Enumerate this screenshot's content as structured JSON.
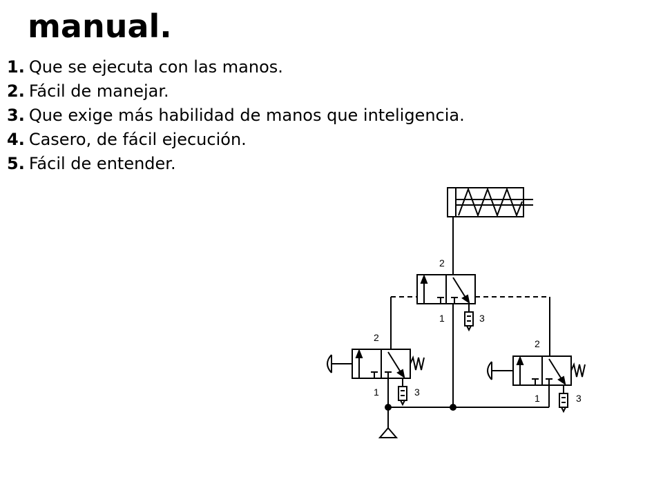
{
  "title": "manual.",
  "definitions": [
    {
      "number": "1.",
      "text": "Que se ejecuta con las manos."
    },
    {
      "number": "2.",
      "text": "Fácil de manejar."
    },
    {
      "number": "3.",
      "text": "Que exige más habilidad de manos que inteligencia."
    },
    {
      "number": "4.",
      "text": "Casero, de fácil ejecución."
    },
    {
      "number": "5.",
      "text": "Fácil de entender."
    }
  ],
  "diagram": {
    "valve_top": {
      "port_out": "2",
      "port_in": "1",
      "port_exhaust": "3"
    },
    "valve_left": {
      "port_out": "2",
      "port_in": "1",
      "port_exhaust": "3"
    },
    "valve_right": {
      "port_out": "2",
      "port_in": "1",
      "port_exhaust": "3"
    }
  }
}
